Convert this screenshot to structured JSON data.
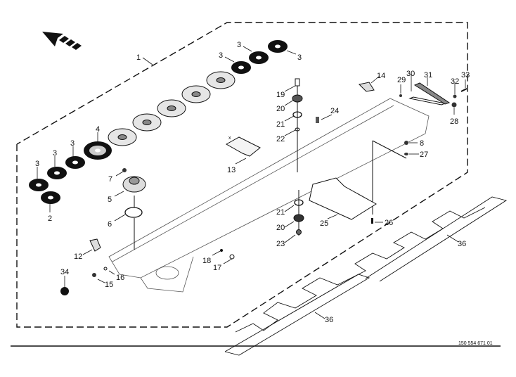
{
  "drawing": {
    "number": "150 554 671 01",
    "x_marker": "x",
    "direction_arrow": "arrow-left-up-icon"
  },
  "callouts": [
    {
      "id": "c1",
      "text": "1"
    },
    {
      "id": "c3a",
      "text": "3"
    },
    {
      "id": "c3b",
      "text": "3"
    },
    {
      "id": "c3c",
      "text": "3"
    },
    {
      "id": "c3d",
      "text": "3"
    },
    {
      "id": "c3e",
      "text": "3"
    },
    {
      "id": "c3f",
      "text": "3"
    },
    {
      "id": "c4",
      "text": "4"
    },
    {
      "id": "c2",
      "text": "2"
    },
    {
      "id": "c7",
      "text": "7"
    },
    {
      "id": "c5",
      "text": "5"
    },
    {
      "id": "c6",
      "text": "6"
    },
    {
      "id": "c12",
      "text": "12"
    },
    {
      "id": "c34",
      "text": "34"
    },
    {
      "id": "c15",
      "text": "15"
    },
    {
      "id": "c16",
      "text": "16"
    },
    {
      "id": "c13",
      "text": "13"
    },
    {
      "id": "c18",
      "text": "18"
    },
    {
      "id": "c17",
      "text": "17"
    },
    {
      "id": "c19",
      "text": "19"
    },
    {
      "id": "c20a",
      "text": "20"
    },
    {
      "id": "c21a",
      "text": "21"
    },
    {
      "id": "c22",
      "text": "22"
    },
    {
      "id": "c24",
      "text": "24"
    },
    {
      "id": "c14",
      "text": "14"
    },
    {
      "id": "c29",
      "text": "29"
    },
    {
      "id": "c30",
      "text": "30"
    },
    {
      "id": "c31",
      "text": "31"
    },
    {
      "id": "c32",
      "text": "32"
    },
    {
      "id": "c33",
      "text": "33"
    },
    {
      "id": "c28",
      "text": "28"
    },
    {
      "id": "c8",
      "text": "8"
    },
    {
      "id": "c27",
      "text": "27"
    },
    {
      "id": "c21b",
      "text": "21"
    },
    {
      "id": "c20b",
      "text": "20"
    },
    {
      "id": "c23",
      "text": "23"
    },
    {
      "id": "c25",
      "text": "25"
    },
    {
      "id": "c26",
      "text": "26"
    },
    {
      "id": "c36a",
      "text": "36"
    },
    {
      "id": "c36b",
      "text": "36"
    }
  ]
}
